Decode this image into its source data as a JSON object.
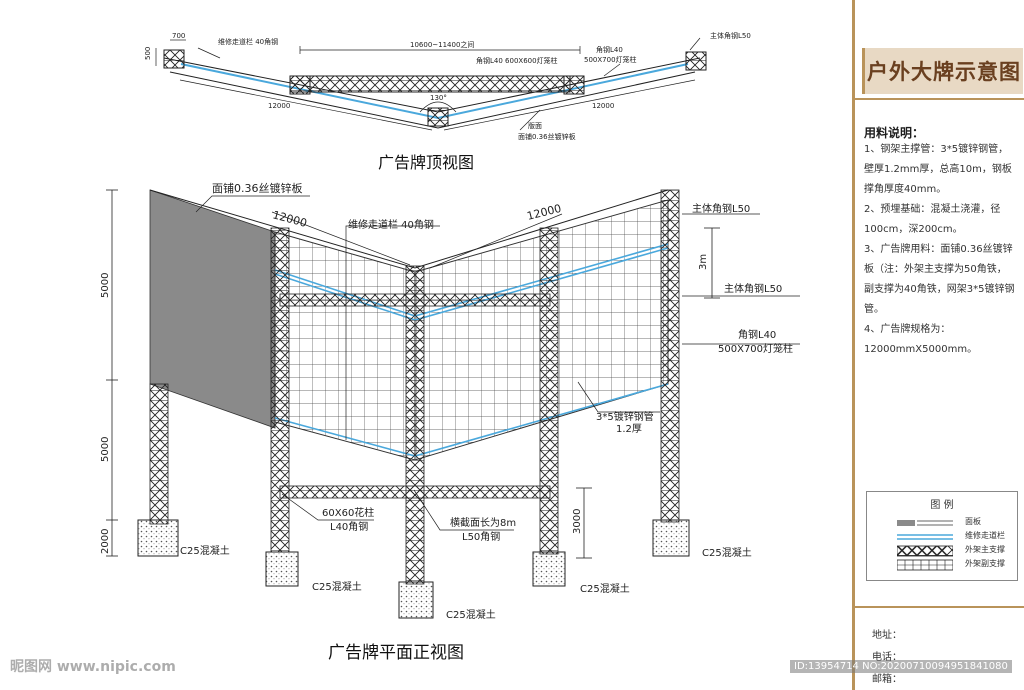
{
  "top_view": {
    "title": "广告牌顶视图",
    "dim_700": "700",
    "dim_500": "500",
    "walkway": "维修走道栏  40角钢",
    "span": "10600~11400之间",
    "angle_steel_top": "角钢L40  600X600灯笼柱",
    "angle_steel_right_1": "角钢L40",
    "angle_steel_right_2": "500X700灯笼柱",
    "main_angle": "主体角钢L50",
    "length_left": "12000",
    "length_right": "12000",
    "angle": "130°",
    "panel_1": "版面",
    "panel_2": "面铺0.36丝镀锌板"
  },
  "front_view": {
    "title": "广告牌平面正视图",
    "panel_label": "面铺0.36丝镀锌板",
    "length_left": "12000",
    "length_right": "12000",
    "walkway": "维修走道栏  40角钢",
    "main_angle_1": "主体角钢L50",
    "main_angle_2": "主体角钢L50",
    "height_3m": "3m",
    "lantern_1": "角钢L40",
    "lantern_2": "500X700灯笼柱",
    "pipe_1": "3*5镀锌钢管",
    "pipe_2": "1.2厚",
    "column_1": "60X60花柱",
    "column_2": "L40角钢",
    "cross_1": "横截面长为8m",
    "cross_2": "L50角钢",
    "dim_5000_top": "5000",
    "dim_5000_mid": "5000",
    "dim_2000": "2000",
    "dim_3000": "3000",
    "concrete": [
      "C25混凝土",
      "C25混凝土",
      "C25混凝土",
      "C25混凝土",
      "C25混凝土"
    ]
  },
  "side_panel": {
    "title": "户外大牌示意图",
    "spec_heading": "用料说明：",
    "specs": [
      "1、钢架主撑管：3*5镀锌钢管，壁厚1.2mm厚，总高10m，钢板撑角厚度40mm。",
      "2、预埋基础：混凝土浇灌，径100cm，深200cm。",
      "3、广告牌用料：面铺0.36丝镀锌板（注：外架主支撑为50角铁，副支撑为40角铁，网架3*5镀锌钢管。",
      "4、广告牌规格为：12000mmX5000mm。"
    ],
    "legend_title": "图  例",
    "legend": [
      "面板",
      "维修走道栏",
      "外架主支撑",
      "外架副支撑"
    ],
    "address_label": "地址：",
    "phone_label": "电话：",
    "email_label": "邮箱："
  },
  "watermark": {
    "left": "昵图网 www.nipic.com",
    "right": "ID:13954714 NO:20200710094951841080"
  },
  "colors": {
    "accent": "#b9935a",
    "title_fill": "#e8d9c4",
    "title_text": "#6a4020",
    "walkway_blue": "#4aa8dc",
    "panel_gray": "#8a8a8a"
  }
}
